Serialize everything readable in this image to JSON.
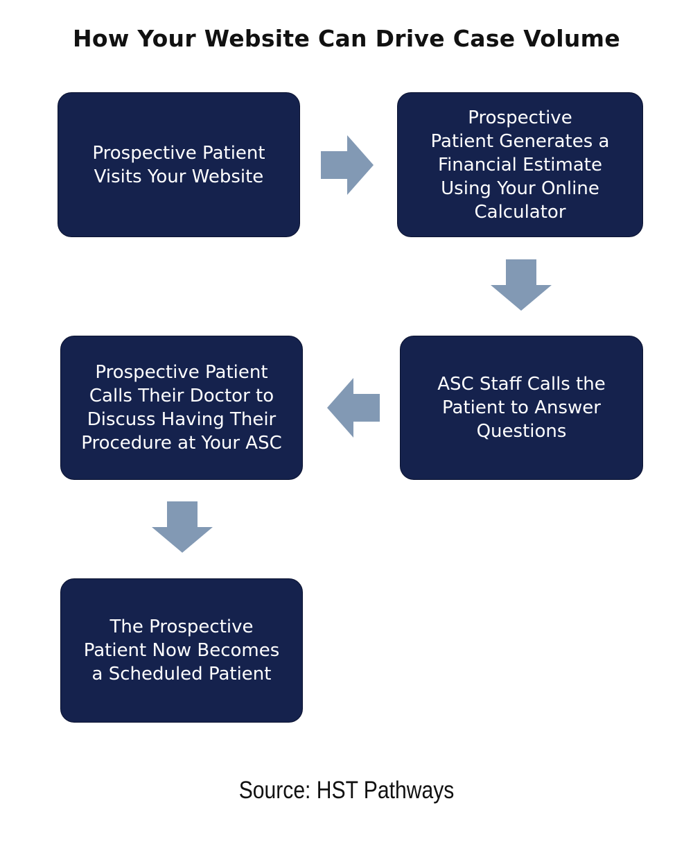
{
  "title": "How Your Website Can Drive Case Volume",
  "steps": [
    {
      "label": "Prospective Patient\nVisits Your Website"
    },
    {
      "label": "Prospective\nPatient Generates a\nFinancial Estimate\nUsing Your Online\nCalculator"
    },
    {
      "label": "ASC Staff Calls the\nPatient to Answer\nQuestions"
    },
    {
      "label": "Prospective Patient\nCalls Their Doctor to\nDiscuss Having Their\nProcedure at Your ASC"
    },
    {
      "label": "The Prospective\nPatient Now Becomes\na Scheduled Patient"
    }
  ],
  "source": "Source: HST Pathways",
  "colors": {
    "box_fill": "#15224d",
    "arrow_fill": "#8299b4",
    "text_on_box": "#ffffff"
  }
}
